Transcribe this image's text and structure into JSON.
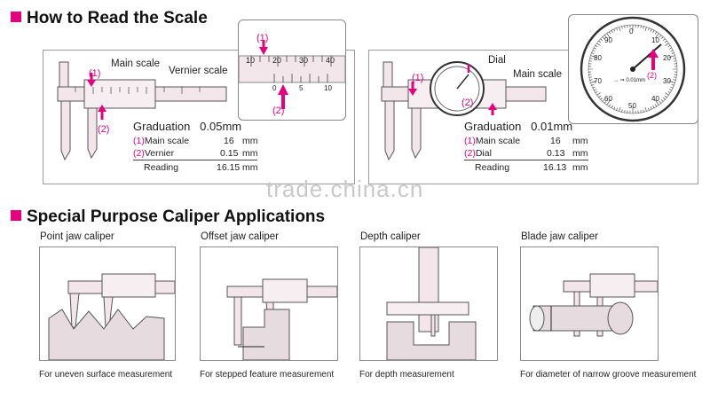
{
  "section1": {
    "title": "How to Read the Scale"
  },
  "left_panel": {
    "main_scale_label": "Main scale",
    "vernier_scale_label": "Vernier scale",
    "marker1": "(1)",
    "marker2": "(2)",
    "graduation_label": "Graduation",
    "graduation_value": "0.05mm",
    "rows": [
      {
        "num": "(1)",
        "name": "Main scale",
        "value": "16",
        "unit": "mm"
      },
      {
        "num": "(2)",
        "name": "Vernier",
        "value": "0.15",
        "unit": "mm"
      },
      {
        "num": "",
        "name": "Reading",
        "value": "16.15",
        "unit": "mm"
      }
    ],
    "zoom_ticks": [
      "10",
      "20",
      "30",
      "40"
    ],
    "zoom_bottom_ticks": [
      "0",
      "5",
      "10"
    ]
  },
  "right_panel": {
    "dial_label": "Dial",
    "main_scale_label": "Main scale",
    "marker1": "(1)",
    "marker2": "(2)",
    "graduation_label": "Graduation",
    "graduation_value": "0.01mm",
    "rows": [
      {
        "num": "(1)",
        "name": "Main scale",
        "value": "16",
        "unit": "mm"
      },
      {
        "num": "(2)",
        "name": "Dial",
        "value": "0.13",
        "unit": "mm"
      },
      {
        "num": "",
        "name": "Reading",
        "value": "16.13",
        "unit": "mm"
      }
    ],
    "dial_numbers": [
      "0",
      "10",
      "20",
      "30",
      "40",
      "50",
      "60",
      "70",
      "80",
      "90"
    ],
    "dial_small_text": "→ ⇒ 0.01mm"
  },
  "watermark": "trade.china.cn",
  "section2": {
    "title": "Special Purpose Caliper Applications"
  },
  "cards": [
    {
      "title": "Point jaw caliper",
      "caption": "For uneven surface measurement"
    },
    {
      "title": "Offset jaw caliper",
      "caption": "For stepped feature measurement"
    },
    {
      "title": "Depth caliper",
      "caption": "For depth measurement"
    },
    {
      "title": "Blade jaw caliper",
      "caption": "For diameter of narrow groove measurement"
    }
  ],
  "colors": {
    "accent": "#e6007e",
    "caliper_fill": "#f3e6ea",
    "stroke": "#555555"
  }
}
